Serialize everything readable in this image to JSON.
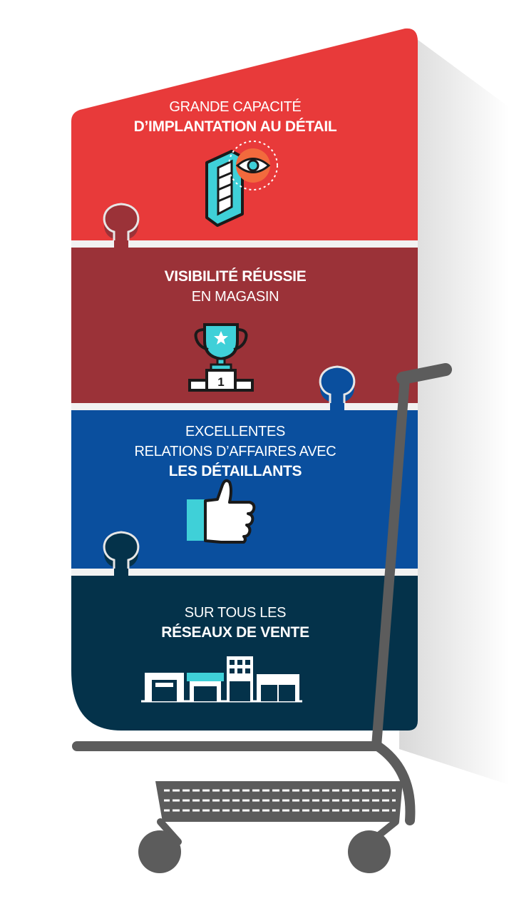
{
  "colors": {
    "red": "#e83a3a",
    "maroon": "#9b3238",
    "blue": "#0a4f9e",
    "navy": "#04324a",
    "cart_gray": "#5c5c5c",
    "accent_cyan": "#3fd0d8"
  },
  "sections": [
    {
      "lines": [
        "GRANDE CAPACITÉ",
        "D’IMPLANTATION AU DÉTAIL"
      ],
      "icon": "retail-display-eye-icon"
    },
    {
      "lines": [
        "VISIBILITÉ RÉUSSIE",
        "EN MAGASIN"
      ],
      "icon": "trophy-podium-icon",
      "podium_label": "1"
    },
    {
      "lines": [
        "EXCELLENTES",
        "RELATIONS D’AFFAIRES AVEC",
        "LES DÉTAILLANTS"
      ],
      "icon": "thumbs-up-icon"
    },
    {
      "lines": [
        "SUR TOUS LES",
        "RÉSEAUX DE VENTE"
      ],
      "icon": "storefronts-icon"
    }
  ],
  "cart": {
    "icon": "shopping-cart-icon"
  }
}
